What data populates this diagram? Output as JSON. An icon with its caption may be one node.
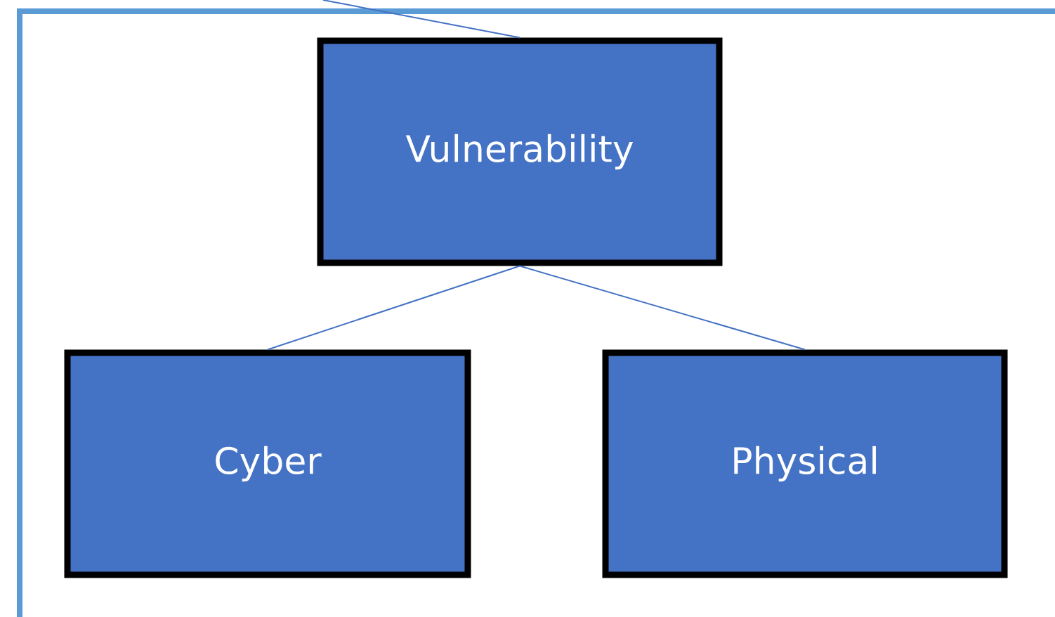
{
  "diagram": {
    "nodes": [
      {
        "text": [
          "Vulnerability"
        ]
      },
      {
        "text": [
          "Cyber"
        ]
      },
      {
        "text": [
          "Physical"
        ]
      }
    ],
    "edges": [
      {
        "from": null,
        "to": 0,
        "arrow": "none"
      },
      {
        "from": 0,
        "to": 1,
        "arrow": "none"
      },
      {
        "from": 0,
        "to": 2,
        "arrow": "none"
      }
    ]
  }
}
